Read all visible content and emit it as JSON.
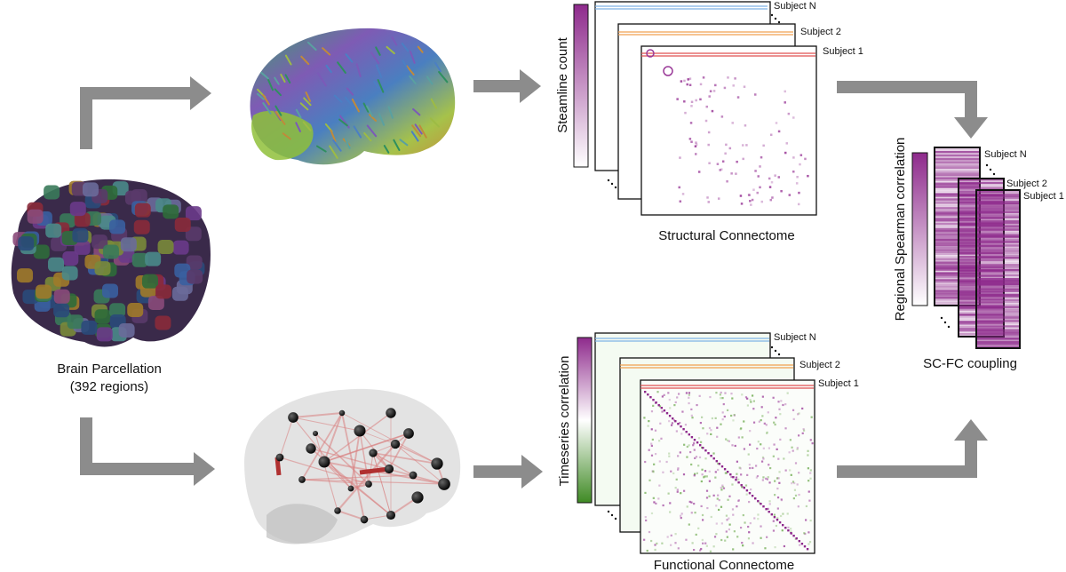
{
  "parcellation": {
    "title": "Brain Parcellation",
    "subtitle": "(392 regions)"
  },
  "structural": {
    "caption": "Structural Connectome",
    "colorbar_label": "Steamline count",
    "subjects": [
      "Subject N",
      "Subject 2",
      "Subject 1"
    ]
  },
  "functional": {
    "caption": "Functional Connectome",
    "colorbar_label": "Timeseries correlation",
    "subjects": [
      "Subject N",
      "Subject 2",
      "Subject 1"
    ]
  },
  "coupling": {
    "caption": "SC-FC coupling",
    "colorbar_label": "Regional Spearman correlation",
    "subjects": [
      "Subject N",
      "Subject 2",
      "Subject 1"
    ]
  },
  "colors": {
    "arrow": "#8c8c8c",
    "magenta": "#8e2a8c",
    "green": "#4a8a2a",
    "highlight_blue": "#7fb2e5",
    "highlight_orange": "#f0a050",
    "highlight_red": "#e05050"
  }
}
